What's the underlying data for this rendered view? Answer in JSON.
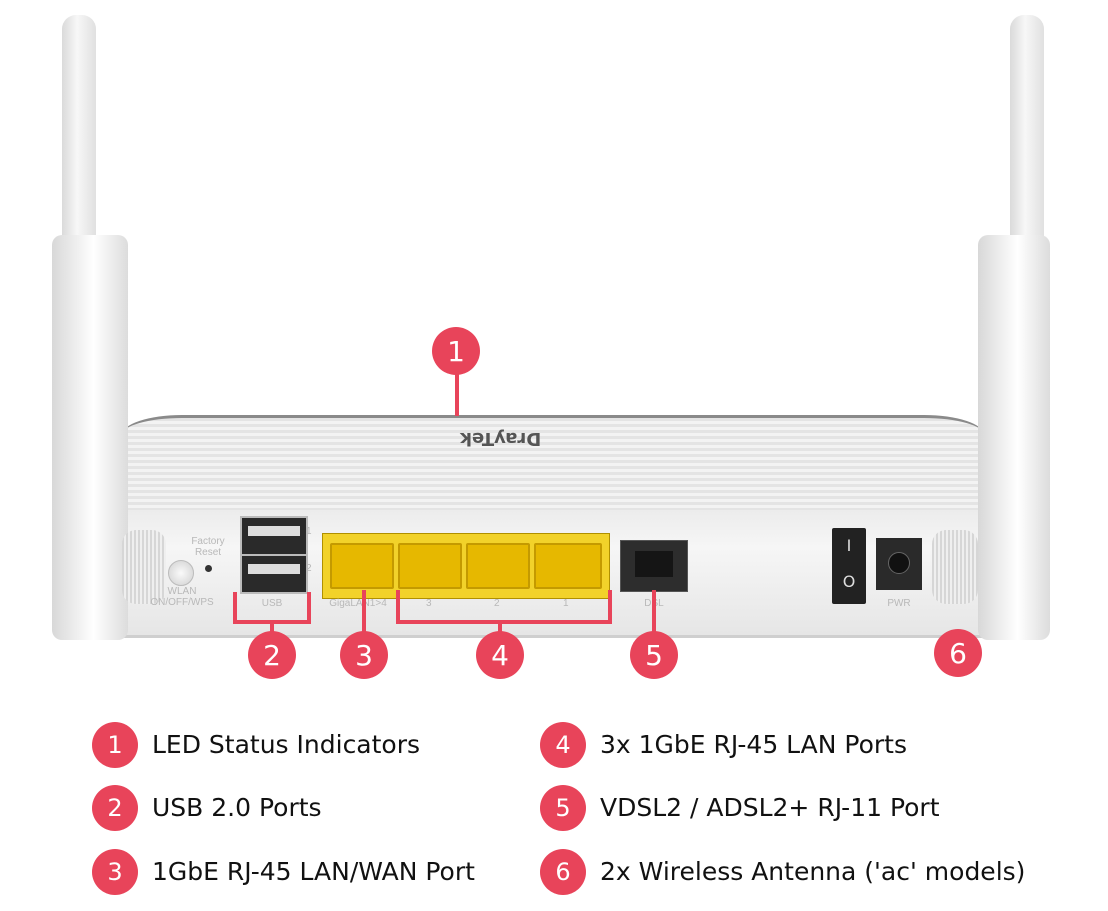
{
  "device": {
    "logo": "DrayTek",
    "labels": {
      "factory_reset": "Factory Reset",
      "wlan": "WLAN ON/OFF/WPS",
      "usb": "USB",
      "usb_1": "1",
      "usb_2": "2",
      "gigalan": "GigaLAN1>4",
      "lan_3": "3",
      "lan_2": "2",
      "lan_1": "1",
      "dsl": "DSL",
      "pwr": "PWR",
      "switch_on": "I",
      "switch_off": "O"
    }
  },
  "callouts": [
    "1",
    "2",
    "3",
    "4",
    "5",
    "6"
  ],
  "legend": [
    {
      "num": "1",
      "text": "LED Status Indicators"
    },
    {
      "num": "2",
      "text": "USB 2.0 Ports"
    },
    {
      "num": "3",
      "text": "1GbE RJ-45 LAN/WAN Port"
    },
    {
      "num": "4",
      "text": "3x 1GbE RJ-45 LAN Ports"
    },
    {
      "num": "5",
      "text": "VDSL2 / ADSL2+ RJ-11 Port"
    },
    {
      "num": "6",
      "text": "2x Wireless Antenna ('ac' models)"
    }
  ],
  "colors": {
    "accent": "#e8445a",
    "port_yellow": "#e6b800"
  }
}
